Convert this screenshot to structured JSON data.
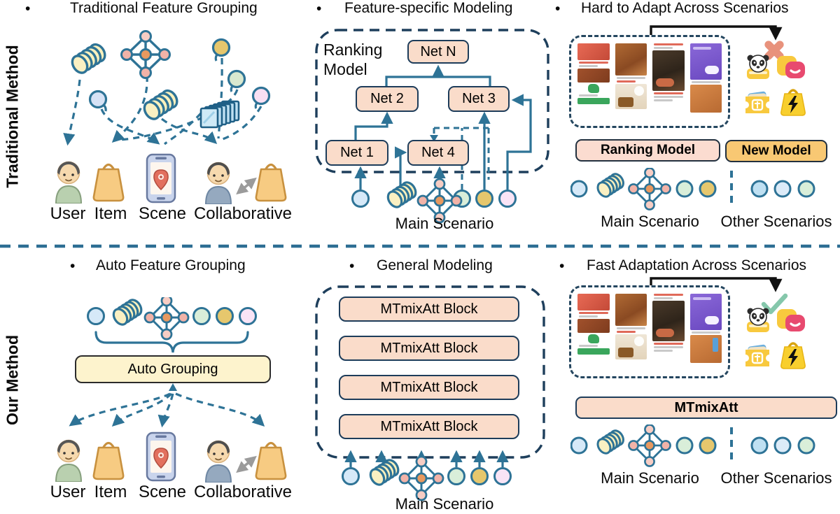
{
  "figure": {
    "rows": {
      "traditional": {
        "side_label": "Traditional Method"
      },
      "ours": {
        "side_label": "Our Method"
      }
    },
    "bullet": "•",
    "headings": {
      "trad_grouping": "Traditional Feature Grouping",
      "trad_modeling": "Feature-specific Modeling",
      "trad_adapt": "Hard to Adapt Across Scenarios",
      "our_grouping": "Auto Feature Grouping",
      "our_modeling": "General Modeling",
      "our_adapt": "Fast Adaptation Across Scenarios"
    },
    "features": {
      "user": "User",
      "item": "Item",
      "scene": "Scene",
      "collaborative": "Collaborative"
    },
    "ranking": {
      "title": "Ranking Model",
      "net_n": "Net N",
      "net_1": "Net 1",
      "net_2": "Net 2",
      "net_3": "Net 3",
      "net_4": "Net 4",
      "scenario": "Main Scenario"
    },
    "adapt_trad": {
      "ranking_model": "Ranking Model",
      "new_model": "New Model",
      "main": "Main Scenario",
      "other": "Other Scenarios"
    },
    "auto": {
      "box": "Auto Grouping"
    },
    "general": {
      "block": "MTmixAtt Block",
      "scenario": "Main Scenario"
    },
    "adapt_ours": {
      "model": "MTmixAtt",
      "main": "Main Scenario",
      "other": "Other Scenarios"
    },
    "app_icons": [
      "panda-app-icon",
      "smile-app-icon",
      "group-ticket-app-icon",
      "flash-bag-app-icon"
    ],
    "colors": {
      "line_teal": "#2e7396",
      "dash_navy": "#1e3f5c",
      "box_peach": "#fadcca",
      "box_cream": "#fdf3cd",
      "gold": "#f8c873",
      "cross_red": "#e8927c",
      "check_green": "#85c7ab",
      "divider_blue": "#2d6e93",
      "black_arrow": "#111111",
      "collab_arrow_gray": "#9b9b9b"
    }
  }
}
